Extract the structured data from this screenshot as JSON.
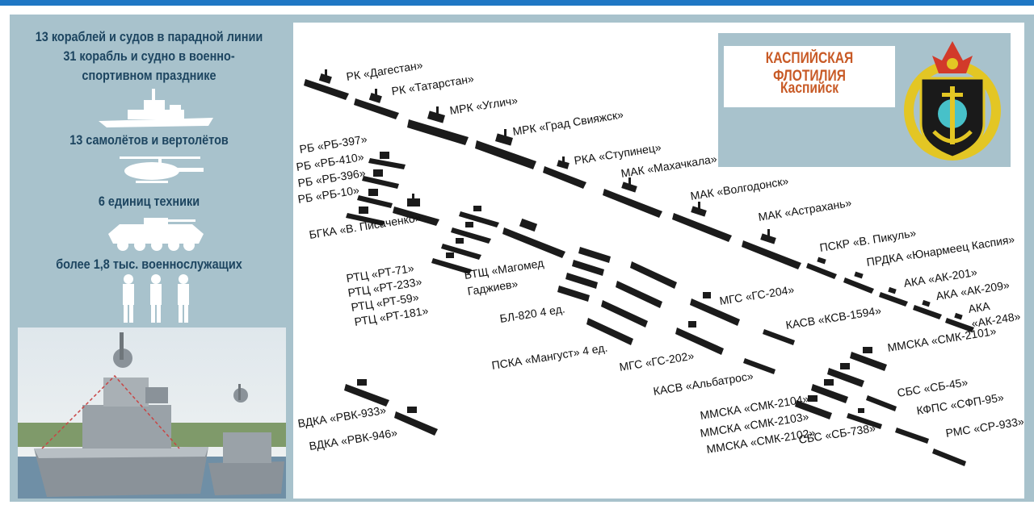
{
  "colors": {
    "panel": "#a8c2cc",
    "stat_text": "#1d4560",
    "title": "#c85a26",
    "topbar": "#1f77c4",
    "ship": "#1b1b1b"
  },
  "stats": {
    "line1": "13 кораблей и судов в парадной линии",
    "line2": "31 корабль и судно в военно-",
    "line3": "спортивном празднике",
    "aircraft": "13 самолётов и вертолётов",
    "vehicles": "6 единиц техники",
    "personnel": "более 1,8 тыс. военнослужащих"
  },
  "icons": [
    "warship-silhouette-icon",
    "helicopter-silhouette-icon",
    "armored-vehicle-silhouette-icon",
    "sailors-silhouette-icon",
    "emblem-icon"
  ],
  "title": {
    "line1": "КАСПИЙСКАЯ ФЛОТИЛИЯ",
    "line2": "Каспийск"
  },
  "labels": [
    "РК «Дагестан»",
    "РК «Татарстан»",
    "МРК «Углич»",
    "МРК «Град Свияжск»",
    "РКА «Ступинец»",
    "МАК «Махачкала»",
    "МАК «Волгодонск»",
    "МАК «Астрахань»",
    "ПСКР «В. Пикуль»",
    "ПРДКА «Юнармеец Каспия»",
    "АКА «АК-201»",
    "АКА «АК-209»",
    "АКА",
    "«АК-248»",
    "РБ «РБ-397»",
    "РБ «РБ-410»",
    "РБ «РБ-396»",
    "РБ «РБ-10»",
    "БГКА «В. Писаченко»",
    "РТЦ «РТ-71»",
    "РТЦ «РТ-233»",
    "РТЦ «РТ-59»",
    "РТЦ «РТ-181»",
    "БТЩ «Магомед",
    "Гаджиев»",
    "БЛ-820 4 ед.",
    "ПСКА «Мангуст» 4 ед.",
    "МГС «ГС-204»",
    "МГС «ГС-202»",
    "КАСВ «КСВ-1594»",
    "КАСВ «Альбатрос»",
    "ММСКА «СМК-2101»",
    "СБС «СБ-45»",
    "КФПС «СФП-95»",
    "ММСКА «СМК-2104»",
    "ММСКА «СМК-2103»",
    "ММСКА «СМК-2102»",
    "СБС «СБ-738»",
    "РМС «СР-933»",
    "ВДКА «РВК-933»",
    "ВДКА «РВК-946»"
  ]
}
